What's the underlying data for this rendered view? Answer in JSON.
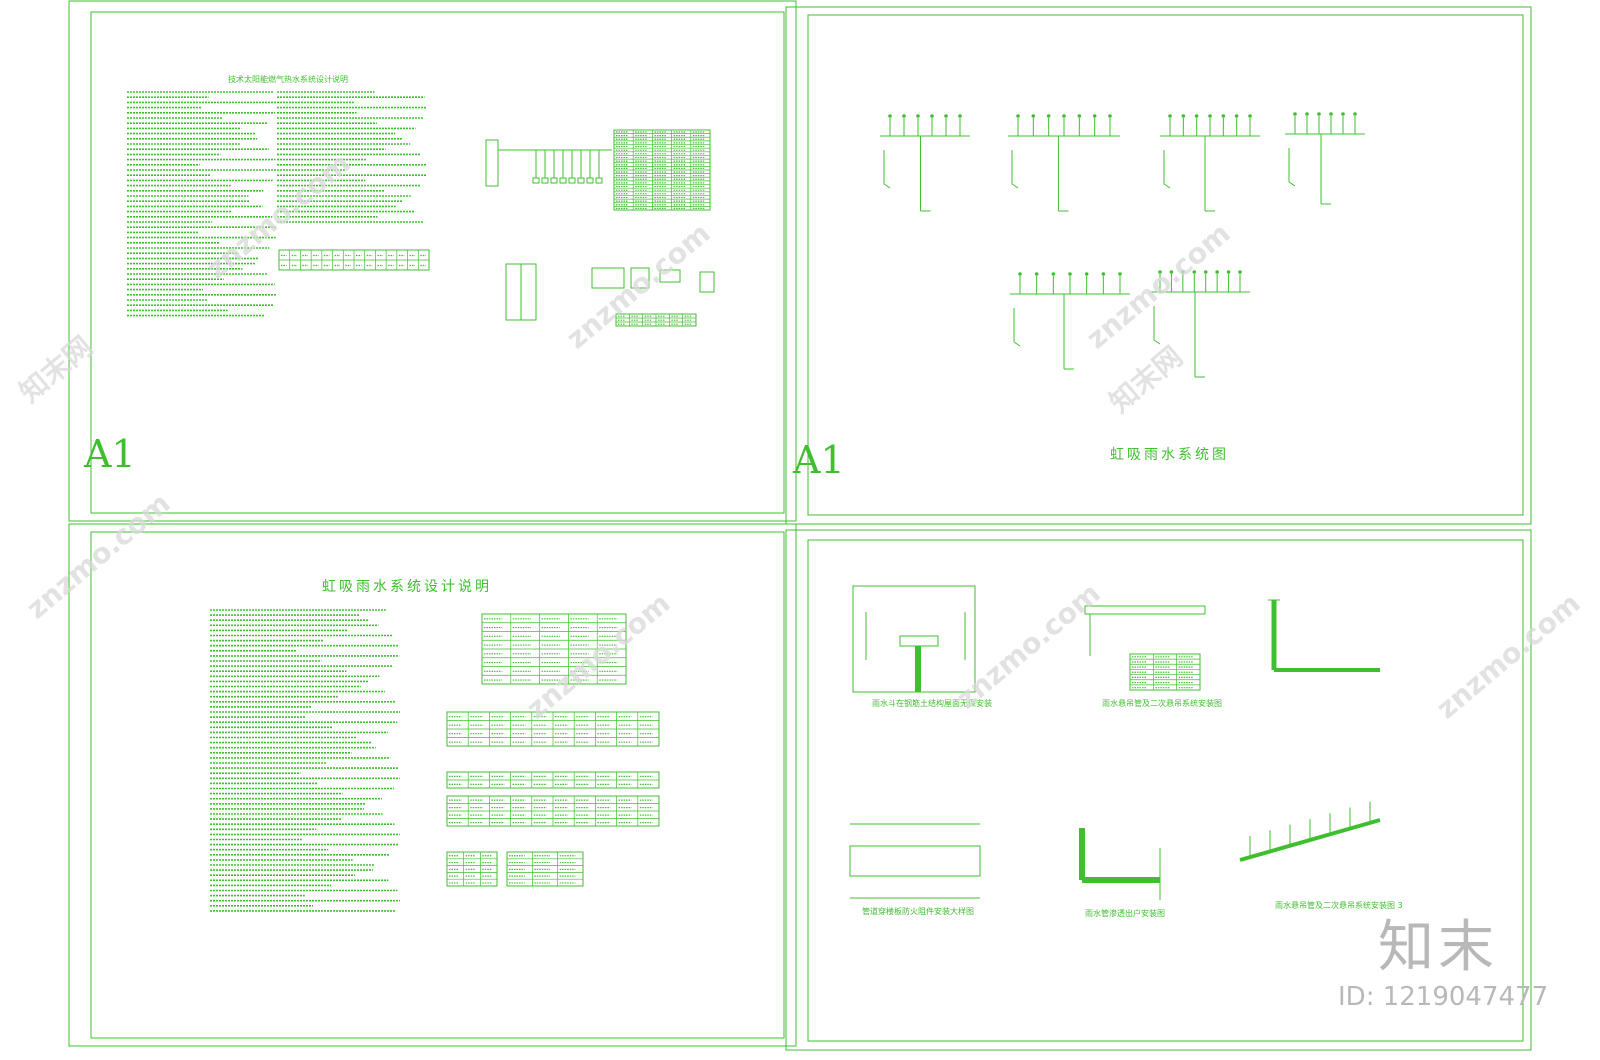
{
  "colors": {
    "line": "#3fbf2f",
    "watermark": "#d9d9d9",
    "brand": "#b8b8b8"
  },
  "sheets": {
    "top_left": {
      "sheet_size": "A1",
      "main_title": "技术太阳能燃气热水系统设计说明"
    },
    "top_right": {
      "sheet_size": "A1",
      "main_title": "虹吸雨水系统图"
    },
    "bottom_left": {
      "main_title": "虹吸雨水系统设计说明"
    },
    "bottom_right": {
      "details": [
        {
          "caption": "雨水斗在钢筋土结构屋面无保安装"
        },
        {
          "caption": "雨水悬吊管及二次悬吊系统安装图"
        },
        {
          "caption": "管道穿楼板防火阻件安装大样图"
        },
        {
          "caption": "雨水管渗透出户安装图"
        },
        {
          "caption": "雨水悬吊管及二次悬吊系统安装图 3"
        }
      ]
    }
  },
  "watermark": {
    "text": "znzmo.com",
    "cn_text": "知末网"
  },
  "brand": {
    "logo": "知末",
    "id_label": "ID: 1219047477"
  }
}
